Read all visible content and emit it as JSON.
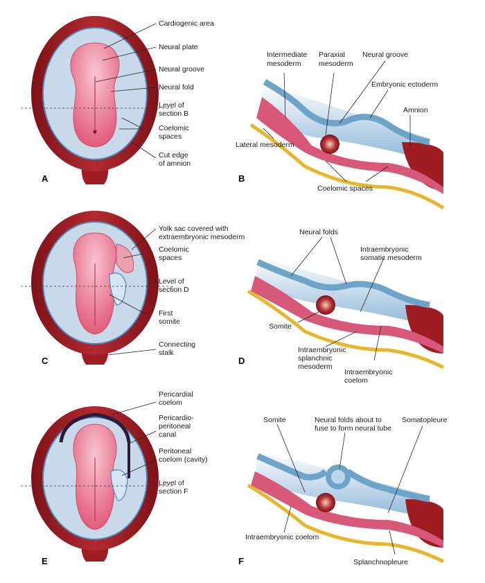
{
  "panels": {
    "A": {
      "letter": "A",
      "labels": {
        "cardiogenic": "Cardiogenic area",
        "neural_plate": "Neural plate",
        "neural_groove": "Neural groove",
        "neural_fold": "Neural fold",
        "level1": "Level of",
        "level2": "section B",
        "coelomic1": "Coelomic",
        "coelomic2": "spaces",
        "cut1": "Cut edge",
        "cut2": "of amnion"
      }
    },
    "B": {
      "letter": "B",
      "labels": {
        "intermediate1": "Intermediate",
        "intermediate2": "mesoderm",
        "paraxial1": "Paraxial",
        "paraxial2": "mesoderm",
        "neural_groove": "Neural groove",
        "ectoderm": "Embryonic ectoderm",
        "amnion": "Amnion",
        "lateral": "Lateral mesoderm",
        "coelomic": "Coelomic spaces"
      }
    },
    "C": {
      "letter": "C",
      "labels": {
        "yolk1": "Yolk sac covered with",
        "yolk2": "extraembryonic mesoderm",
        "coelomic1": "Coelomic",
        "coelomic2": "spaces",
        "level1": "Level of",
        "level2": "section D",
        "somite1": "First",
        "somite2": "somite",
        "stalk1": "Connecting",
        "stalk2": "stalk"
      }
    },
    "D": {
      "letter": "D",
      "labels": {
        "neural_folds": "Neural folds",
        "somatic1": "Intraembryonic",
        "somatic2": "somatic mesoderm",
        "somite": "Somite",
        "splanch1": "Intraembryonic",
        "splanch2": "splanchnic",
        "splanch3": "mesoderm",
        "coelom1": "Intraembryonic",
        "coelom2": "coelom"
      }
    },
    "E": {
      "letter": "E",
      "labels": {
        "pericardial1": "Pericardial",
        "pericardial2": "coelom",
        "canal1": "Pericardio-",
        "canal2": "peritoneal",
        "canal3": "canal",
        "peritoneal1": "Peritoneal",
        "peritoneal2": "coelom (cavity)",
        "level1": "Level of",
        "level2": "section F"
      }
    },
    "F": {
      "letter": "F",
      "labels": {
        "somite": "Somite",
        "folds1": "Neural folds about to",
        "folds2": "fuse to form neural tube",
        "somatopleure": "Somatopleure",
        "coelom": "Intraembryonic coelom",
        "splanchnopleure": "Splanchnopleure"
      }
    }
  },
  "colors": {
    "amnion_wall": "#9e1c22",
    "amnion_inner": "#c8d9ea",
    "embryo_pink": "#e9708a",
    "plate_light": "#f6b7c6",
    "ectoderm_blue": "#6fa4c9",
    "mesoderm_pink": "#d8587a",
    "yolk_yellow": "#e8b62c"
  }
}
